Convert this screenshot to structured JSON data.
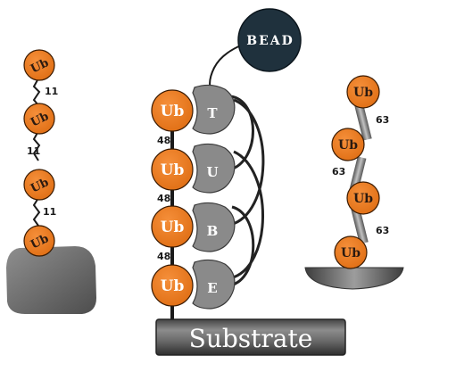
{
  "left_chain": {
    "ub_label": "Ub",
    "links": [
      "11",
      "11",
      "11"
    ]
  },
  "center": {
    "bead_label": "BEAD",
    "ub_label": "Ub",
    "links": [
      "48",
      "48",
      "48"
    ],
    "tube_letters": [
      "T",
      "U",
      "B",
      "E"
    ],
    "substrate_label": "Substrate"
  },
  "right_chain": {
    "ub_label": "Ub",
    "links": [
      "63",
      "63",
      "63"
    ]
  },
  "colors": {
    "ub_orange": "#ec7a24",
    "tube_gray": "#8a8a8a",
    "bead_dark": "#1f313d",
    "substrate_gray": "#5c5c5c"
  }
}
